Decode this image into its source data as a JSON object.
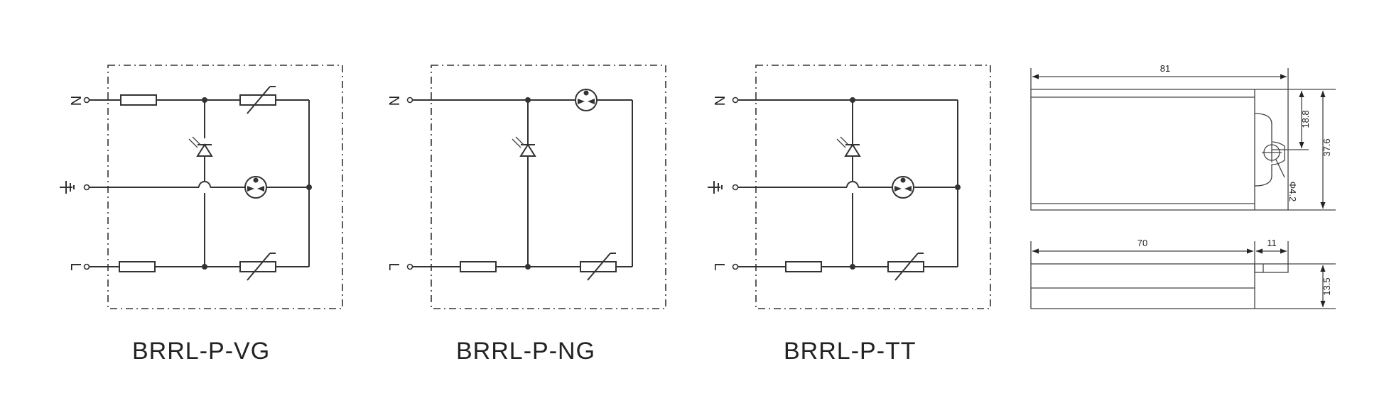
{
  "schematics": [
    {
      "caption": "BRRL-P-VG",
      "term_n": "N",
      "term_l": "L"
    },
    {
      "caption": "BRRL-P-NG",
      "term_n": "N",
      "term_l": "L"
    },
    {
      "caption": "BRRL-P-TT",
      "term_n": "N",
      "term_l": "L"
    }
  ],
  "dimensions": {
    "top_length": "81",
    "height_half": "18.8",
    "height_total": "37.6",
    "hole": "Φ4.2",
    "side_length": "70",
    "side_tab": "11",
    "side_thickness": "13.5"
  }
}
